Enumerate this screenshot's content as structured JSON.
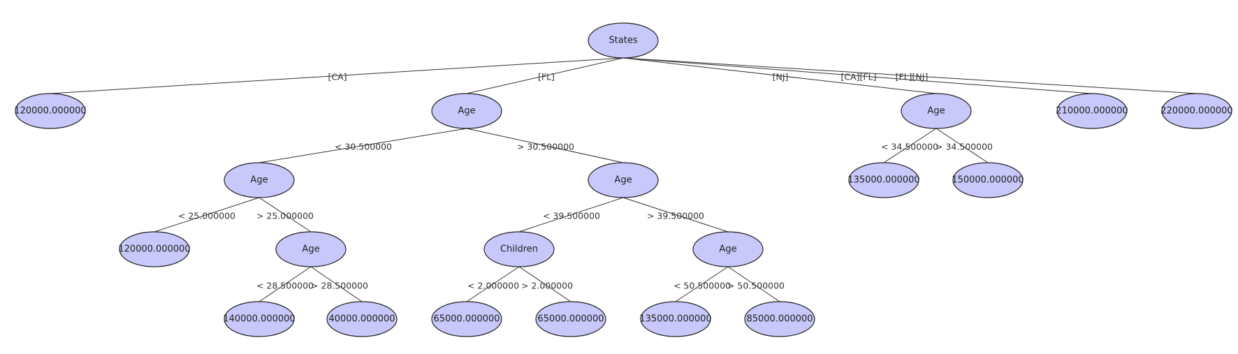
{
  "tree": {
    "root": {
      "label": "States",
      "children": [
        {
          "edge": "[CA]",
          "label": "120000.000000"
        },
        {
          "edge": "[FL]",
          "label": "Age",
          "children": [
            {
              "edge": "< 30.500000",
              "label": "Age",
              "children": [
                {
                  "edge": "< 25.000000",
                  "label": "120000.000000"
                },
                {
                  "edge": "> 25.000000",
                  "label": "Age",
                  "children": [
                    {
                      "edge": "< 28.500000",
                      "label": "140000.000000"
                    },
                    {
                      "edge": "> 28.500000",
                      "label": "40000.000000"
                    }
                  ]
                }
              ]
            },
            {
              "edge": "> 30.500000",
              "label": "Age",
              "children": [
                {
                  "edge": "< 39.500000",
                  "label": "Children",
                  "children": [
                    {
                      "edge": "< 2.000000",
                      "label": "65000.000000"
                    },
                    {
                      "edge": "> 2.000000",
                      "label": "65000.000000"
                    }
                  ]
                },
                {
                  "edge": "> 39.500000",
                  "label": "Age",
                  "children": [
                    {
                      "edge": "< 50.500000",
                      "label": "135000.000000"
                    },
                    {
                      "edge": "> 50.500000",
                      "label": "85000.000000"
                    }
                  ]
                }
              ]
            }
          ]
        },
        {
          "edge": "[NJ]",
          "label": "Age",
          "children": [
            {
              "edge": "< 34.500000",
              "label": "135000.000000"
            },
            {
              "edge": "> 34.500000",
              "label": "150000.000000"
            }
          ]
        },
        {
          "edge": "[CA][FL]",
          "label": "210000.000000"
        },
        {
          "edge": "[FL][NJ]",
          "label": "220000.000000"
        }
      ]
    }
  }
}
